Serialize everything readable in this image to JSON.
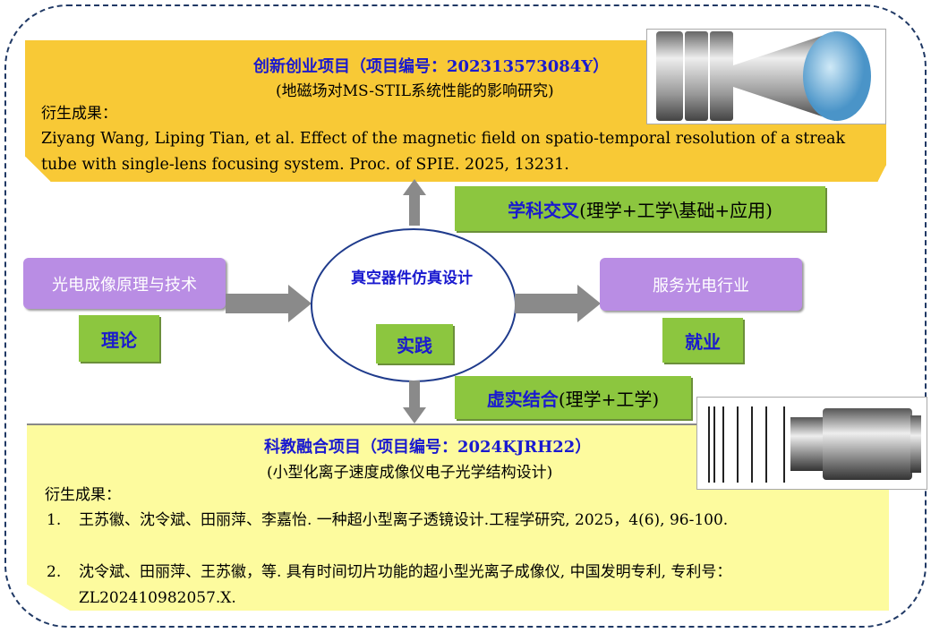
{
  "top_project": {
    "title": "创新创业项目（项目编号：202313573084Y）",
    "subtitle": "(地磁场对MS-STIL系统性能的影响研究)",
    "results_label": "衍生成果：",
    "results": "Ziyang Wang, Liping Tian, et al. Effect of the magnetic field on spatio-temporal resolution of a streak tube with single-lens focusing system. Proc. of SPIE. 2025, 13231."
  },
  "cross": {
    "bold": "学科交叉",
    "rest": "(理学+工学\\基础+应用)"
  },
  "left": {
    "label": "光电成像原理与技术",
    "tag": "理论"
  },
  "center": {
    "label": "真空器件仿真设计",
    "tag": "实践"
  },
  "right": {
    "label": "服务光电行业",
    "tag": "就业"
  },
  "virtual": {
    "bold": "虚实结合",
    "rest": "(理学+工学)"
  },
  "bottom_project": {
    "title": "科教融合项目（项目编号：2024KJRH22）",
    "subtitle": "(小型化离子速度成像仪电子光学结构设计)",
    "results_label": "衍生成果：",
    "items": [
      {
        "num": "1.",
        "text": "王苏徽、沈令斌、田丽萍、李嘉怡. 一种超小型离子透镜设计.工程学研究, 2025，4(6), 96-100."
      },
      {
        "num": "2.",
        "text": "沈令斌、田丽萍、王苏徽，等. 具有时间切片功能的超小型光离子成像仪, 中国发明专利, 专利号：ZL202410982057.X."
      }
    ]
  }
}
